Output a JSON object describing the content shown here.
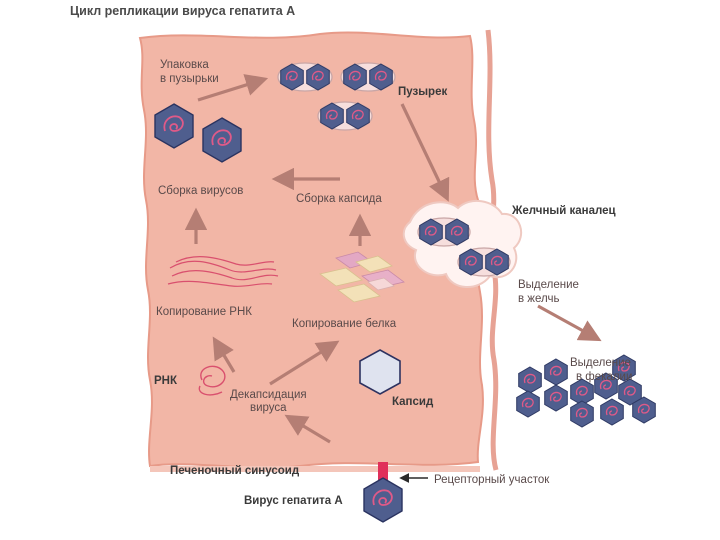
{
  "title": "Цикл репликации вируса гепатита А",
  "labels": {
    "packaging_line1": "Упаковка",
    "packaging_line2": "в пузырьки",
    "vesicle": "Пузырек",
    "virus_assembly": "Сборка вирусов",
    "capsid_assembly": "Сборка капсида",
    "bile_canaliculus": "Желчный каналец",
    "excretion_bile_line1": "Выделение",
    "excretion_bile_line2": "в желчь",
    "rna_copying": "Копирование РНК",
    "protein_copying": "Копирование белка",
    "excretion_feces_line1": "Выделение",
    "excretion_feces_line2": "в фекалии",
    "rna": "РНК",
    "uncoating_line1": "Декапсидация",
    "uncoating_line2": "вируса",
    "capsid": "Капсид",
    "liver_sinusoid": "Печеночный синусоид",
    "receptor_site": "Рецепторный участок",
    "hav": "Вирус гепатита А"
  },
  "colors": {
    "cell_fill": "#f2b6a6",
    "cell_edge": "#e79a88",
    "virion_fill": "#4f5e8e",
    "vesicle_fill": "#f6dedd",
    "arrow": "#b57e74",
    "capsid_fill": "#dfe3ef",
    "receptor": "#e0305a"
  }
}
